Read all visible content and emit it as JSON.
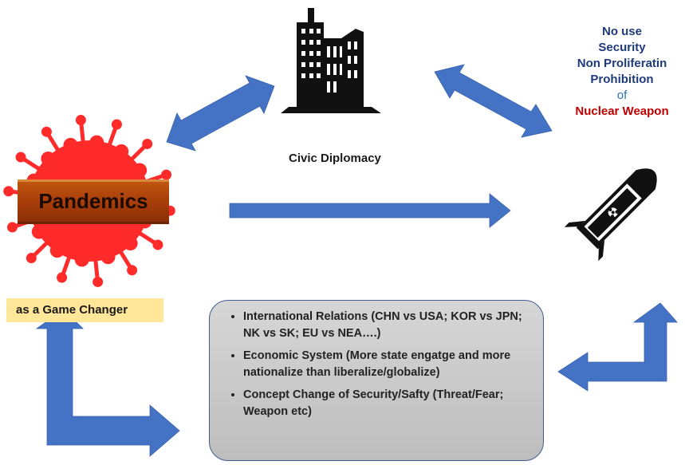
{
  "civic_diplomacy": {
    "label": "Civic Diplomacy",
    "icon": "city-buildings-icon"
  },
  "nuclear_goals": {
    "lines": [
      "No use",
      "Security",
      "Non Proliferatin",
      "Prohibition",
      "of",
      "Nuclear Weapon"
    ],
    "line_colors": [
      "#1f3a7a",
      "#1f3a7a",
      "#1f3a7a",
      "#1f3a7a",
      "#2e75b6",
      "#c00000"
    ],
    "icon": "nuclear-missile-icon"
  },
  "pandemics": {
    "label": "Pandemics",
    "icon": "virus-icon",
    "subtitle": "as a Game Changer",
    "subtitle_bg": "#ffe699"
  },
  "factors": {
    "items": [
      "International Relations (CHN vs USA; KOR vs JPN; NK vs SK; EU vs NEA….)",
      "Economic System (More state engatge and more nationalize than liberalize/globalize)",
      "Concept Change of Security/Safty (Threat/Fear; Weapon etc)"
    ]
  },
  "colors": {
    "arrow": "#4472c4",
    "virus": "#ff2a2a",
    "box_border": "#3f5f8f"
  }
}
